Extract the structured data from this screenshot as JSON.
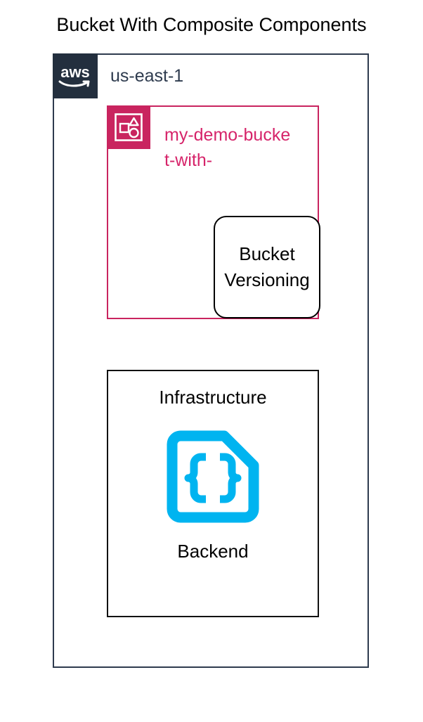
{
  "title": "Bucket With Composite Components",
  "colors": {
    "aws_navy": "#232F3E",
    "region_border": "#2E3B4E",
    "bucket_pink": "#C9245F",
    "bucket_label_pink": "#D6246A",
    "infra_cyan": "#00B4F0",
    "node_border": "#000000",
    "background": "#FFFFFF"
  },
  "region": {
    "label": "us-east-1",
    "badge_icon": "aws-logo-icon"
  },
  "bucket": {
    "label": "my-demo-bucket-with-",
    "icon": "s3-composite-resources-icon"
  },
  "versioning_node": {
    "line1": "Bucket",
    "line2": "Versioning"
  },
  "infrastructure": {
    "title": "Infrastructure",
    "subtitle": "Backend",
    "icon": "json-document-braces-icon"
  }
}
